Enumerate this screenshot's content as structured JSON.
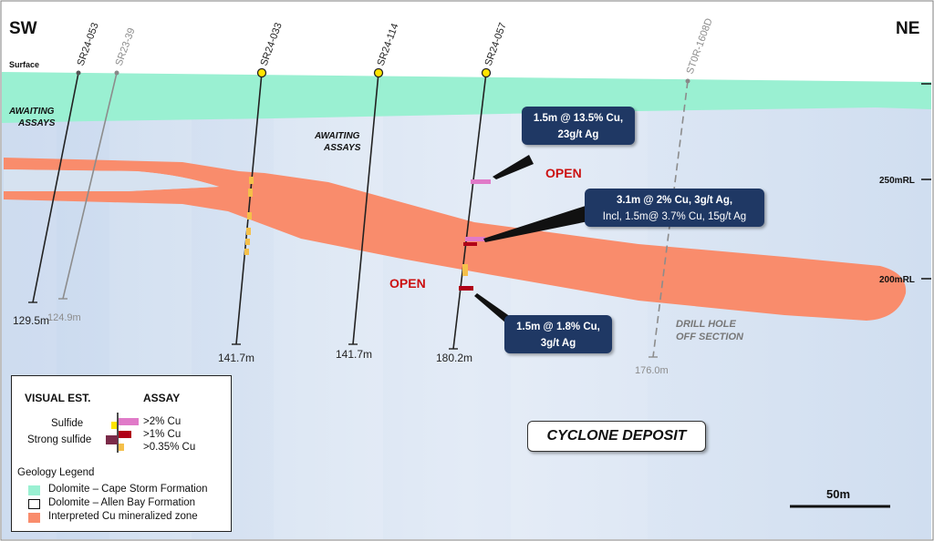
{
  "orientation": {
    "left": "SW",
    "right": "NE"
  },
  "surface_label": "Surface",
  "awaiting_assays": {
    "line1": "AWAITING",
    "line2": "ASSAYS"
  },
  "open_labels": [
    "OPEN",
    "OPEN"
  ],
  "drill_off_section": {
    "line1": "DRILL HOLE",
    "line2": "OFF SECTION"
  },
  "rl_labels": [
    "250mRL",
    "200mRL"
  ],
  "scale_bar": "50m",
  "deposit_name": "CYCLONE DEPOSIT",
  "drill_holes": [
    {
      "id": "SR24-053",
      "depth": "129.5m",
      "in_section": true
    },
    {
      "id": "SR23-39",
      "depth": "124.9m",
      "in_section": false
    },
    {
      "id": "SR24-033",
      "depth": "141.7m",
      "in_section": true
    },
    {
      "id": "SR24-114",
      "depth": "141.7m",
      "in_section": true
    },
    {
      "id": "SR24-057",
      "depth": "180.2m",
      "in_section": true
    },
    {
      "id": "ST0R-1608D",
      "depth": "176.0m",
      "in_section": false
    }
  ],
  "callouts": [
    {
      "line1": "1.5m @ 13.5% Cu,",
      "line2": "23g/t Ag"
    },
    {
      "line1": "3.1m @ 2% Cu, 3g/t Ag,",
      "line2": "Incl, 1.5m@ 3.7% Cu, 15g/t Ag"
    },
    {
      "line1": "1.5m @ 1.8% Cu,",
      "line2": "3g/t Ag"
    }
  ],
  "legend": {
    "visual_est_title": "VISUAL EST.",
    "assay_title": "ASSAY",
    "sulfide": "Sulfide",
    "strong_sulfide": "Strong sulfide",
    "assay_items": [
      ">2% Cu",
      ">1% Cu",
      ">0.35% Cu"
    ],
    "geology_title": "Geology Legend",
    "geology_items": [
      "Dolomite – Cape Storm Formation",
      "Dolomite – Allen Bay Formation",
      "Interpreted Cu mineralized zone"
    ]
  },
  "colors": {
    "cape_storm": "#9af0d2",
    "allen_bay": "#d4e0ef",
    "mineralized": "#f98c6c",
    "assay_gt2": "#e07ac8",
    "assay_gt1": "#b00018",
    "assay_gt035": "#f5c04a",
    "callout_bg": "#1f3864",
    "open_red": "#cc1111"
  }
}
